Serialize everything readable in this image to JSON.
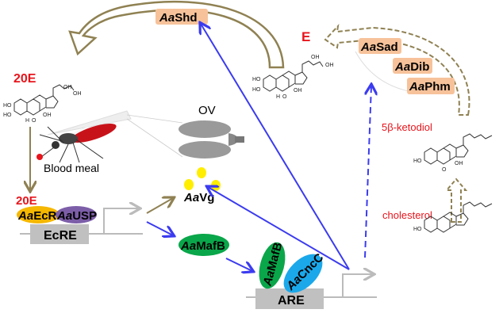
{
  "colors": {
    "olive": "#8f8152",
    "blue": "#3b3bf0",
    "red": "#e8141b",
    "peach": "#f7c29a",
    "ecr": "#f5b700",
    "usp": "#7c5ea8",
    "mafb": "#0aa64a",
    "cncc": "#1aa8ea",
    "gray": "#c0c0c0",
    "yellow": "#ffee00"
  },
  "labels": {
    "shd": {
      "prefix": "Aa",
      "name": "Shd"
    },
    "sad": {
      "prefix": "Aa",
      "name": "Sad"
    },
    "dib": {
      "prefix": "Aa",
      "name": "Dib"
    },
    "phm": {
      "prefix": "Aa",
      "name": "Phm"
    },
    "ecr": {
      "prefix": "Aa",
      "name": "EcR"
    },
    "usp": {
      "prefix": "Aa",
      "name": "USP"
    },
    "vg": {
      "prefix": "Aa",
      "name": "Vg"
    },
    "mafb": {
      "prefix": "Aa",
      "name": "MafB"
    },
    "mafb2": {
      "prefix": "Aa",
      "name": "MafB"
    },
    "cncc": {
      "prefix": "Aa",
      "name": "CncC"
    },
    "e": "E",
    "e20_top": "20E",
    "e20_bottom": "20E",
    "ov": "OV",
    "blood_meal": "Blood meal",
    "ecre": "EcRE",
    "are": "ARE",
    "ketodiol": "5β-ketodiol",
    "cholesterol": "cholesterol"
  },
  "chem": {
    "oh": "OH",
    "ho": "HO",
    "h": "H",
    "o": "O"
  }
}
